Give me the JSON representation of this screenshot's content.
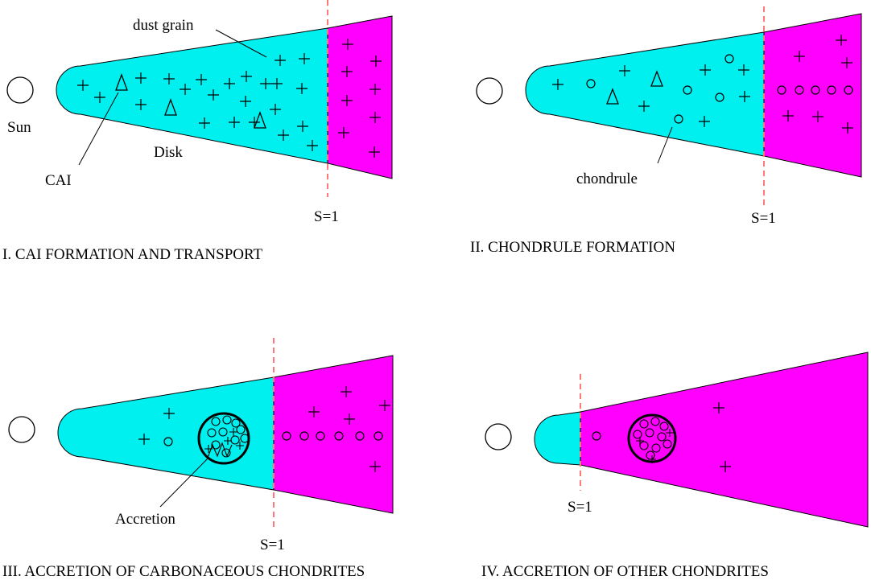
{
  "colors": {
    "inner_disk": "#00f0f0",
    "outer_disk": "#ff00ff",
    "snow_line": "#ff7777",
    "ink": "#000000",
    "background": "#ffffff"
  },
  "panels": {
    "p1": {
      "caption": "I. CAI FORMATION AND TRANSPORT",
      "sun_label": "Sun",
      "disk_label": "Disk",
      "dust_label": "dust grain",
      "cai_label": "CAI",
      "snow_label": "S=1"
    },
    "p2": {
      "caption": "II. CHONDRULE FORMATION",
      "chondrule_label": "chondrule",
      "snow_label": "S=1"
    },
    "p3": {
      "caption": "III. ACCRETION OF CARBONACEOUS CHONDRITES",
      "accretion_label": "Accretion",
      "snow_label": "S=1"
    },
    "p4": {
      "caption": "IV. ACCRETION OF OTHER CHONDRITES",
      "snow_label": "S=1"
    }
  },
  "legend_symbols": {
    "dust_grain": "plus-sign",
    "cai": "triangle",
    "chondrule": "small-circle",
    "accreted_body": "large-circle"
  }
}
